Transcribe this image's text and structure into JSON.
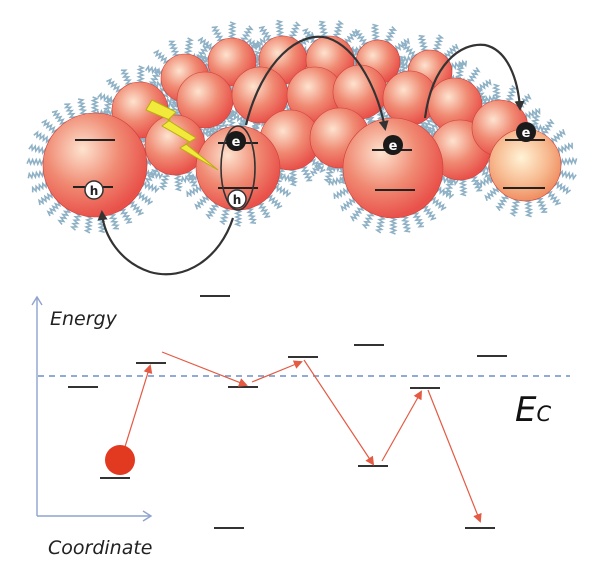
{
  "labels": {
    "energy_axis": "Energy",
    "coordinate_axis": "Coordinate",
    "conduction_band_main": "E",
    "conduction_band_sub": "C",
    "electron_symbol": "e",
    "hole_symbol": "h"
  },
  "colors": {
    "nanocrystal": "#e9524a",
    "nanocrystal_highlight": "#fde3cf",
    "ligand": "#8eb1c6",
    "lightning": "#f2ea3a",
    "hop_arrow_top": "#333333",
    "hop_arrow_bottom": "#e45a43",
    "band_edge_dashed": "#6f8fc9",
    "axis": "#8fa3cf",
    "energy_level": "#222222",
    "carrier": "#e23a21"
  },
  "icons": {
    "excitation": "lightning-bolt-icon",
    "electron": "electron-marker-icon",
    "hole": "hole-marker-icon"
  }
}
